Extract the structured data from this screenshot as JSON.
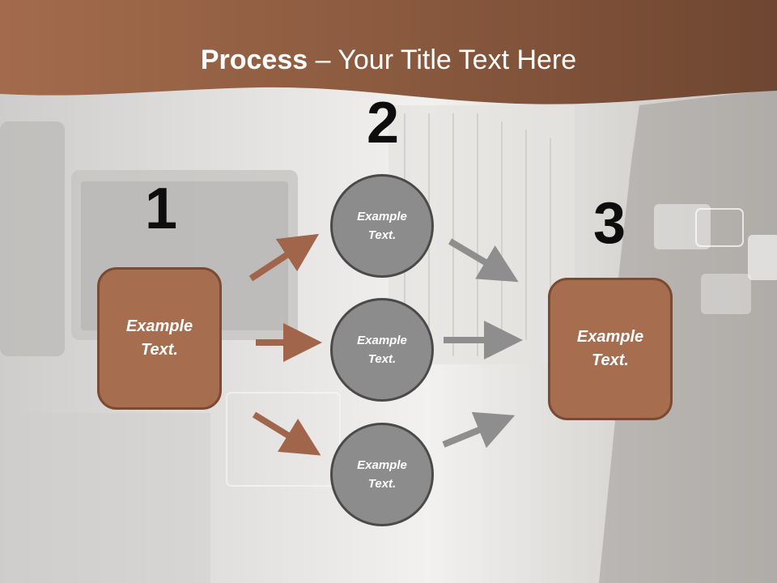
{
  "title": {
    "bold": "Process",
    "rest": " – Your Title Text Here"
  },
  "steps": [
    {
      "number": "1",
      "text": "Example Text."
    },
    {
      "number": "2"
    },
    {
      "number": "3",
      "text": "Example Text."
    }
  ],
  "circles": [
    {
      "text": "Example Text."
    },
    {
      "text": "Example Text."
    },
    {
      "text": "Example Text."
    }
  ],
  "colors": {
    "header": "#8b5a3f",
    "box": "#a66d4f",
    "box_border": "#7a4a32",
    "circle": "#8c8c8c",
    "circle_border": "#4a4a4a",
    "arrow_brown": "#a0654a",
    "arrow_gray": "#8e8e8e"
  }
}
